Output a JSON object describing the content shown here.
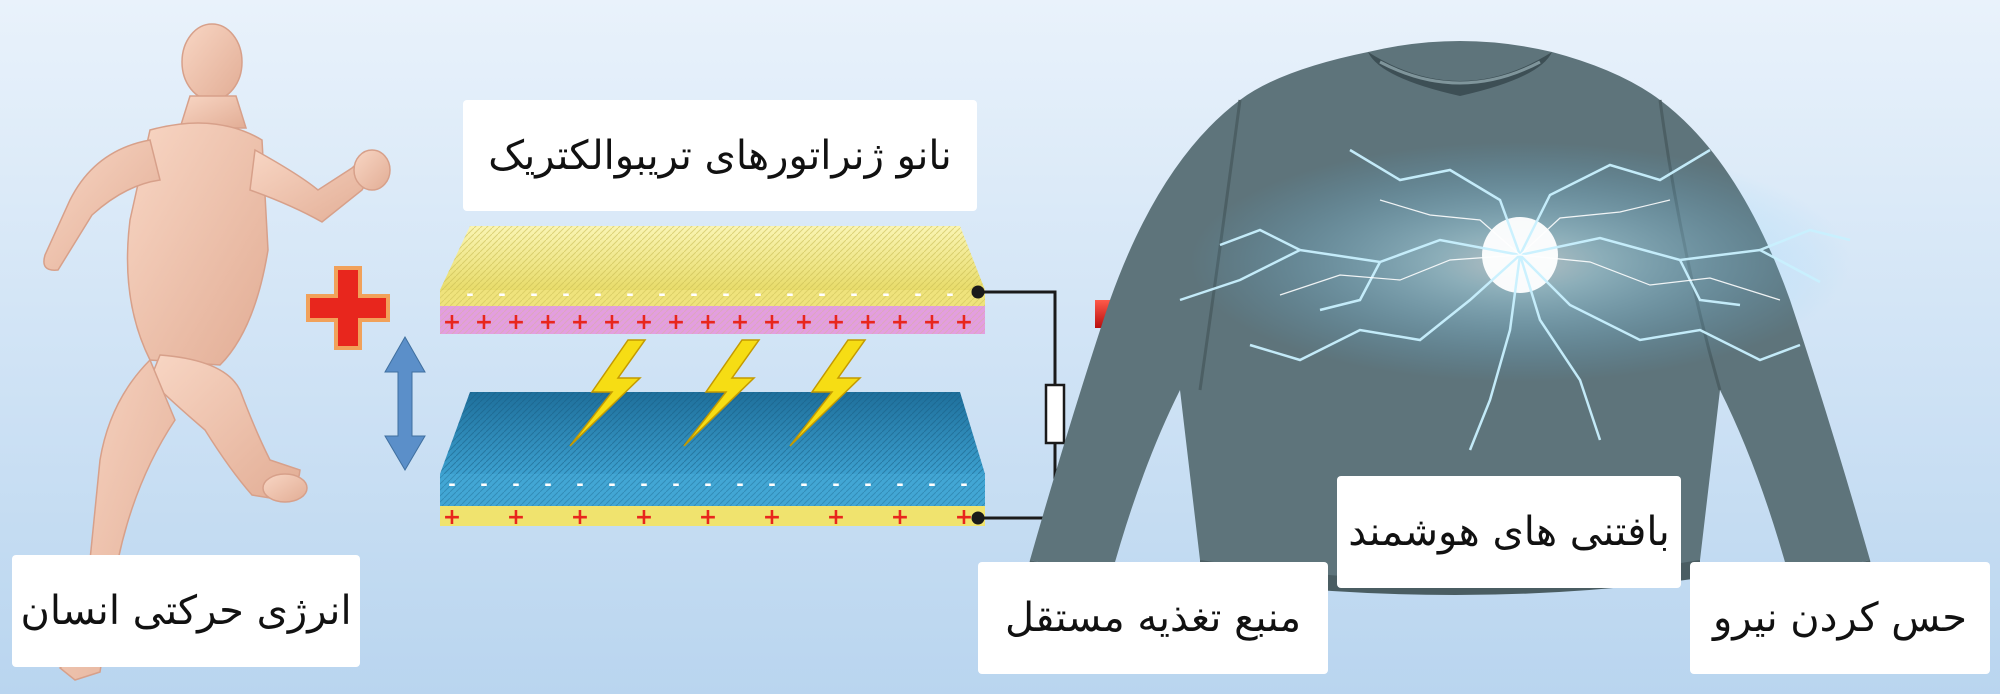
{
  "labels": {
    "teng": "نانو ژنراتورهای تریبوالکتریک",
    "human_energy": "انرژی حرکتی انسان",
    "power_source": "منبع تغذیه مستقل",
    "smart_textiles": "بافتنی های هوشمند",
    "force_sensing": "حس کردن نیرو"
  },
  "charges": {
    "positive": "+",
    "negative": "-"
  },
  "colors": {
    "plus_sign": "#e8261d",
    "arrow_red": "#d11616",
    "double_arrow": "#5b8fc9",
    "top_layer": "#f3ec8a",
    "positive_layer": "#e39ee0",
    "bottom_layer": "#42a6d4",
    "bottom_strip": "#f0e36e",
    "bolt": "#f6dd14",
    "sweater": "#5e747b",
    "lightning": "#c9f1ff"
  },
  "icons": {
    "runner": "running-person-icon",
    "plus": "plus-icon",
    "double_arrow": "double-arrow-icon",
    "bolt": "lightning-bolt-icon",
    "resistor": "resistor-icon",
    "arrow": "right-arrow-icon",
    "sweater": "sweater-icon"
  }
}
